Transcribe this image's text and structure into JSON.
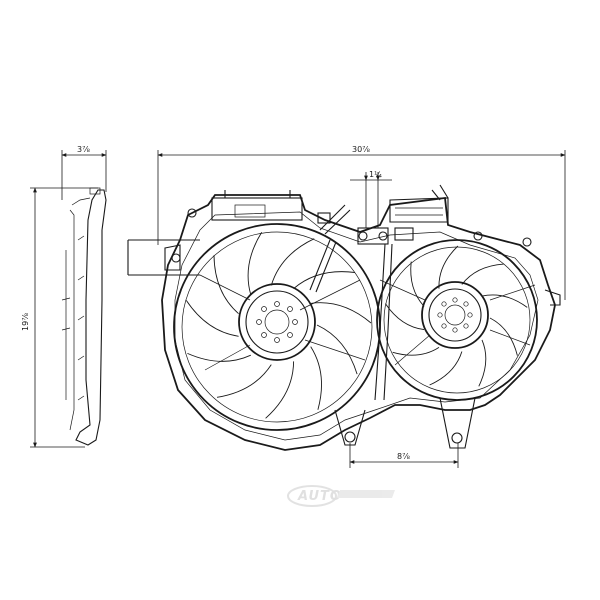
{
  "dimensions": {
    "overall_width": "30⅞",
    "depth": "3⅞",
    "height": "19⅞",
    "offset_top": "1¼",
    "mount_spacing": "8⅞"
  },
  "watermark": "AUTO"
}
